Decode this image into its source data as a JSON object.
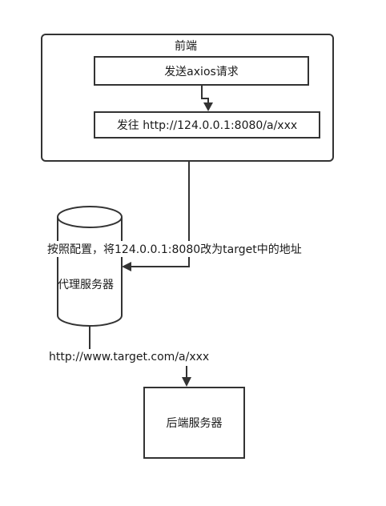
{
  "frontend": {
    "title": "前端",
    "request_label": "发送axios请求",
    "send_label": "发往 http://124.0.0.1:8080/a/xxx"
  },
  "proxy": {
    "rewrite_note": "按照配置，将124.0.0.1:8080改为target中的地址",
    "label": "代理服务器"
  },
  "forward_url": "http://www.target.com/a/xxx",
  "backend": {
    "label": "后端服务器"
  }
}
